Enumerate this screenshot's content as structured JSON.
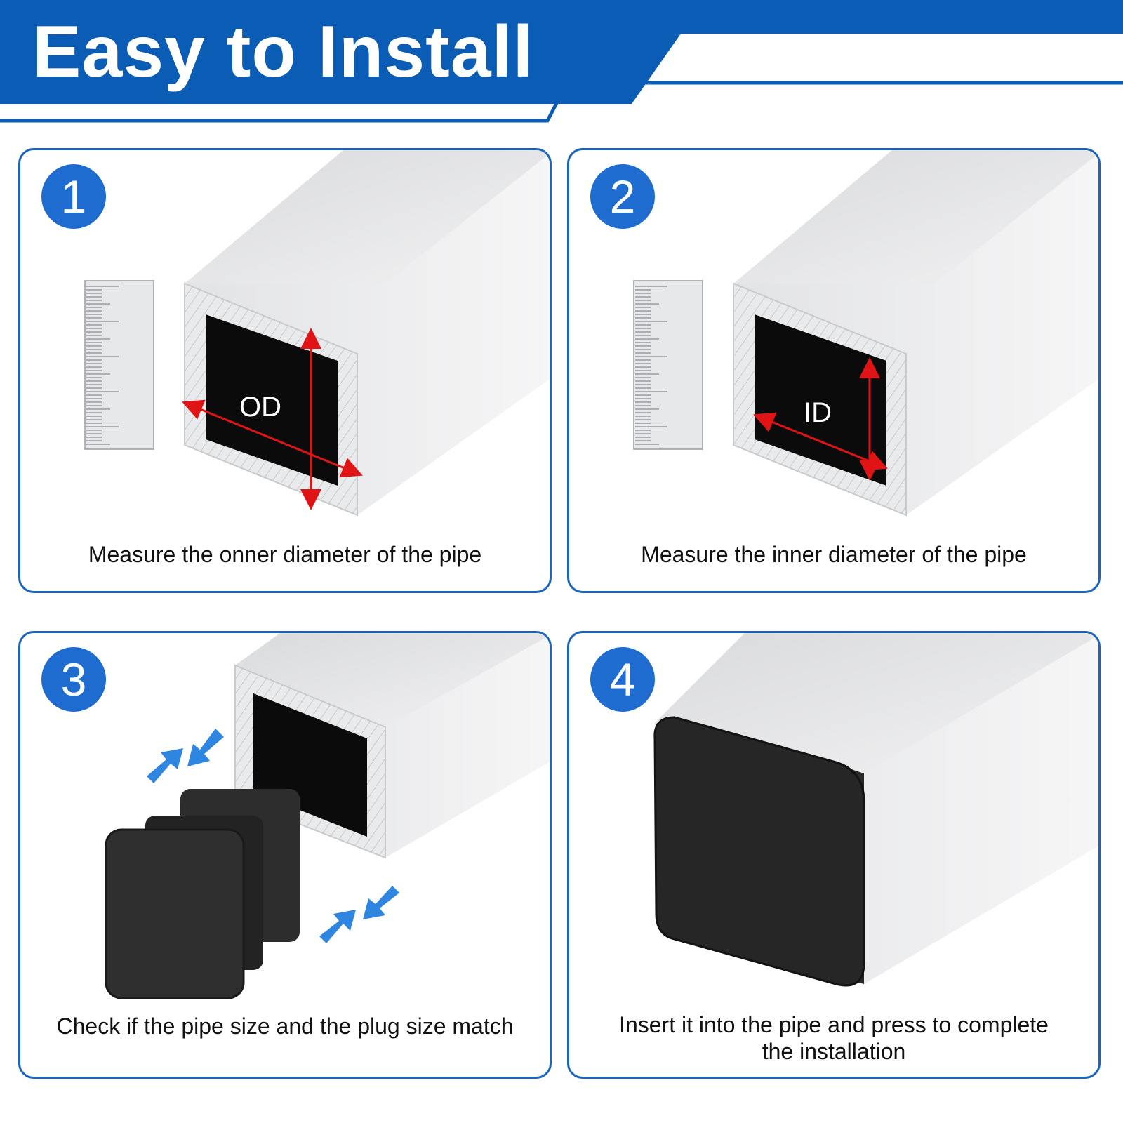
{
  "banner": {
    "title": "Easy to Install"
  },
  "colors": {
    "brand_blue": "#0a5cb5",
    "badge_blue": "#1e6cd0",
    "arrow_red": "#e01414",
    "arrow_blue": "#2f86e0"
  },
  "steps": [
    {
      "number": "1",
      "caption": "Measure the onner diameter of the pipe",
      "dimension_label": "OD"
    },
    {
      "number": "2",
      "caption": "Measure the inner diameter of the pipe",
      "dimension_label": "ID"
    },
    {
      "number": "3",
      "caption": "Check if the pipe size and the plug size match"
    },
    {
      "number": "4",
      "caption_line1": "Insert it into the pipe and press to complete",
      "caption_line2": "the installation"
    }
  ]
}
